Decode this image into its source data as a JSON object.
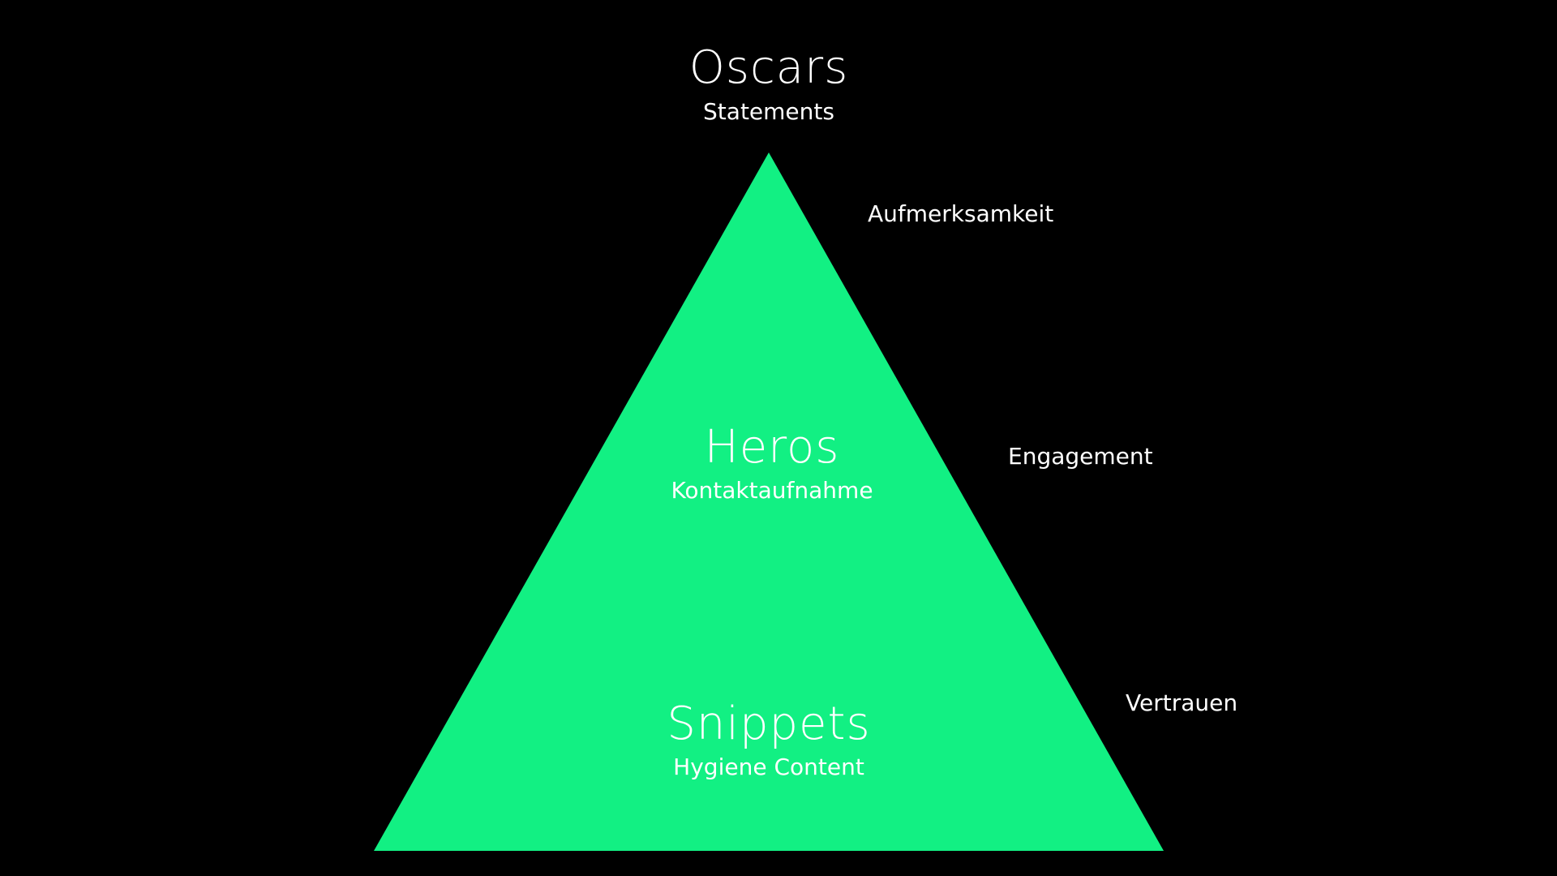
{
  "colors": {
    "background": "#000000",
    "pyramid": "#12F083",
    "text": "#FFFFFF"
  },
  "top": {
    "title": "Oscars",
    "subtitle": "Statements"
  },
  "middle": {
    "title": "Heros",
    "subtitle": "Kontaktaufnahme"
  },
  "bottom": {
    "title": "Snippets",
    "subtitle": "Hygiene Content"
  },
  "side_labels": {
    "upper": "Aufmerksamkeit",
    "middle": "Engagement",
    "lower": "Vertrauen"
  }
}
